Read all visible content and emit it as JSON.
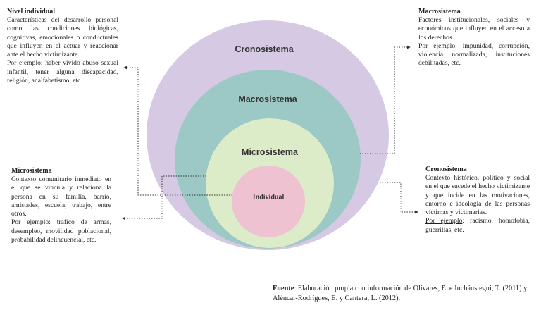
{
  "rings": {
    "crono": "Cronosistema",
    "macro": "Macrosistema",
    "micro": "Microsistema",
    "indiv": "Individual"
  },
  "colors": {
    "crono": "#d6c9e3",
    "macro": "#9cc8c5",
    "micro": "#dcecc9",
    "indiv": "#eec2d0"
  },
  "nivel_individual": {
    "title": "Nivel individual",
    "body": "Características del desarrollo personal como las condiciones biológicas, cognitivas, emocionales o conductuales que influyen en el actuar y reaccionar ante el hecho victimizante.",
    "example_label": "Por ejemplo",
    "example_text": ": haber vivido abuso sexual infantil, tener alguna discapacidad, religión, analfabetismo, etc."
  },
  "microsistema": {
    "title": "Microsistema",
    "body": "Contexto comunitario inmediato en el que se vincula y relaciona la persona en su familia, barrio, amistades, escuela, trabajo, entre otros.",
    "example_label": "Por ejemplo",
    "example_text": ": tráfico de armas, desempleo, movilidad poblacional, probabilidad delincuencial, etc."
  },
  "macrosistema": {
    "title": "Macrosistema",
    "body": "Factores institucionales, sociales y económicos que influyen en el acceso a los derechos.",
    "example_label": "Por ejemplo",
    "example_text": ": impunidad, corrupción, violencia normalizada, instituciones debilitadas, etc."
  },
  "cronosistema": {
    "title": "Cronosistema",
    "body": "Contexto histórico, político y social en el que sucede el hecho victimizante y que incide en las motivaciones, entorno e ideología de las personas víctimas y victimarias.",
    "example_label": "Por ejemplo",
    "example_text": ": racismo, homofobia, guerrillas, etc."
  },
  "fuente": {
    "label": "Fuente",
    "text": ": Elaboración propia con información de Olivares, E. e Incháustegui, T. (2011) y Aléncar-Rodrígues, E. y Cantera, L. (2012)."
  }
}
